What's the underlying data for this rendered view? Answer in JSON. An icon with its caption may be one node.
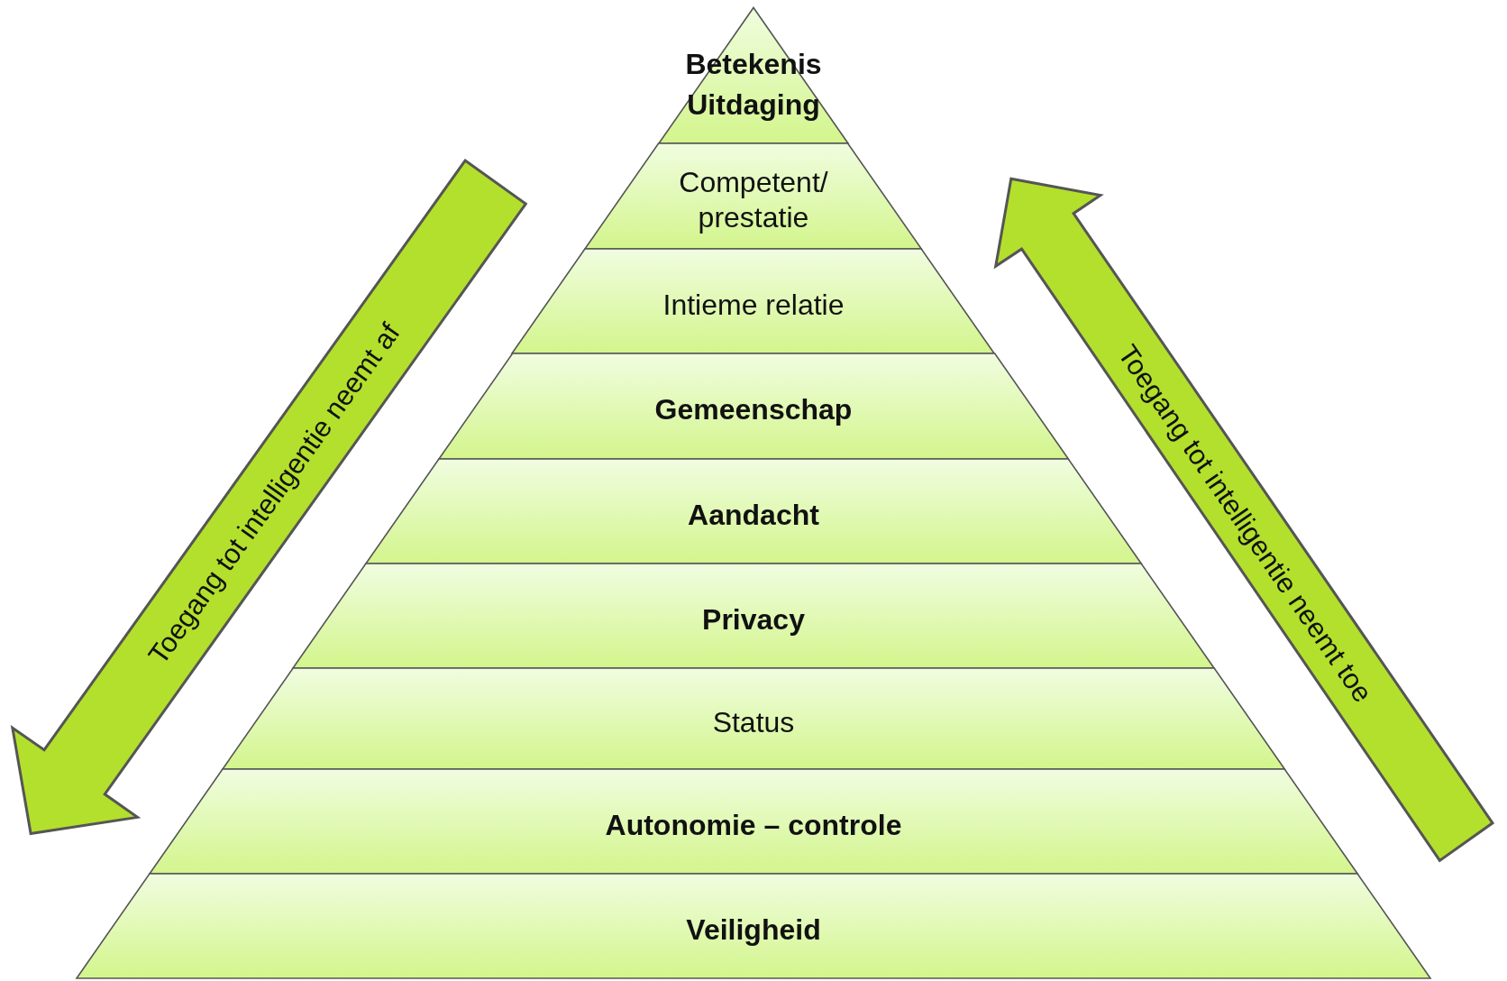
{
  "diagram": {
    "nodes": [
      {
        "text": [
          "Betekenis",
          "Uitdaging"
        ]
      },
      {
        "text": [
          "Competent/ prestatie"
        ]
      },
      {
        "text": [
          "Intieme relatie"
        ]
      },
      {
        "text": [
          "Gemeenschap"
        ]
      },
      {
        "text": [
          "Aandacht"
        ]
      },
      {
        "text": [
          "Privacy"
        ]
      },
      {
        "text": [
          "Status"
        ]
      },
      {
        "text": [
          "Autonomie – controle"
        ]
      },
      {
        "text": [
          "Veiligheid"
        ]
      }
    ],
    "labels": [
      "Toegang tot intelligentie neemt af",
      "Toegang tot intelligentie neemt toe"
    ]
  }
}
